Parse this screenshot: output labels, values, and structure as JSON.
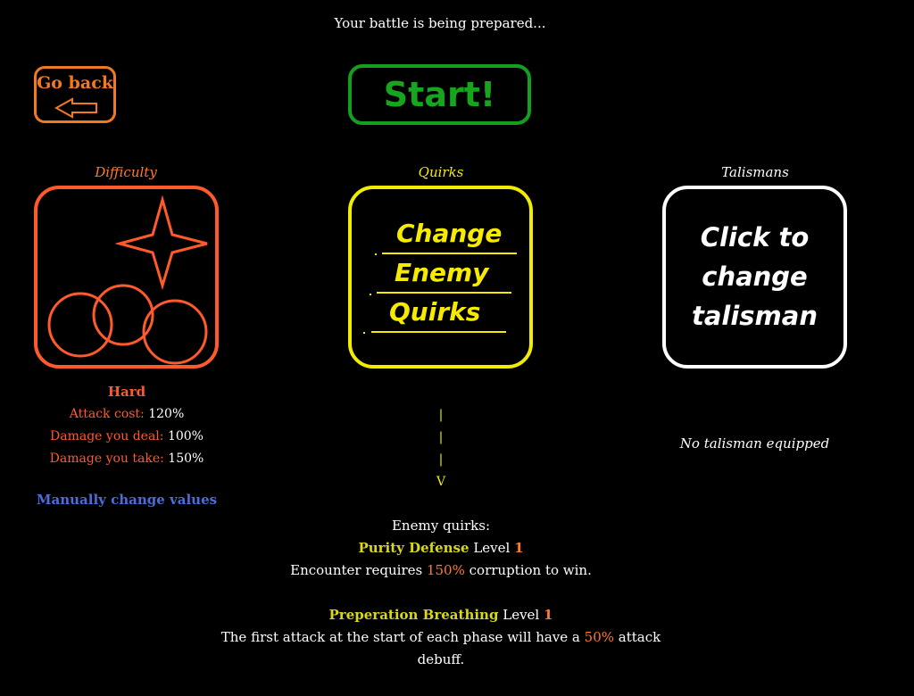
{
  "status_text": "Your battle is being prepared...",
  "go_back": {
    "label": "Go back",
    "icon": "arrow-left-icon",
    "color": "#f07a22"
  },
  "start": {
    "label": "Start!",
    "color": "#17a51e"
  },
  "sections": {
    "difficulty": "Difficulty",
    "quirks": "Quirks",
    "talismans": "Talismans"
  },
  "difficulty": {
    "icon": "star-and-circles-icon",
    "name": "Hard",
    "stats": [
      {
        "label": "Attack cost:",
        "value": "120%"
      },
      {
        "label": "Damage you deal:",
        "value": "100%"
      },
      {
        "label": "Damage you take:",
        "value": "150%"
      }
    ],
    "manual_link": "Manually change values"
  },
  "quirk_card": {
    "lines": [
      "Change",
      "Enemy",
      "Quirks"
    ]
  },
  "talisman_card": {
    "lines": [
      "Click to",
      "change",
      "talisman"
    ]
  },
  "talisman_status": "No talisman equipped",
  "arrow": {
    "bars": [
      "|",
      "|",
      "|"
    ],
    "head": "V"
  },
  "enemy_quirks": {
    "heading": "Enemy quirks:",
    "items": [
      {
        "name": "Purity Defense",
        "level_word": "Level",
        "level": "1",
        "desc_before": "Encounter requires",
        "desc_value": "150%",
        "desc_after": "corruption to win."
      },
      {
        "name": "Preperation Breathing",
        "level_word": "Level",
        "level": "1",
        "desc_before": "The first attack at the start of each phase will have a",
        "desc_value": "50%",
        "desc_after": "attack debuff."
      }
    ]
  },
  "colors": {
    "difficulty": "#ff5a2c",
    "quirks": "#f2ec00",
    "talismans": "#ffffff",
    "manual_link": "#4d6cd8",
    "highlight": "#ff7a2a"
  }
}
